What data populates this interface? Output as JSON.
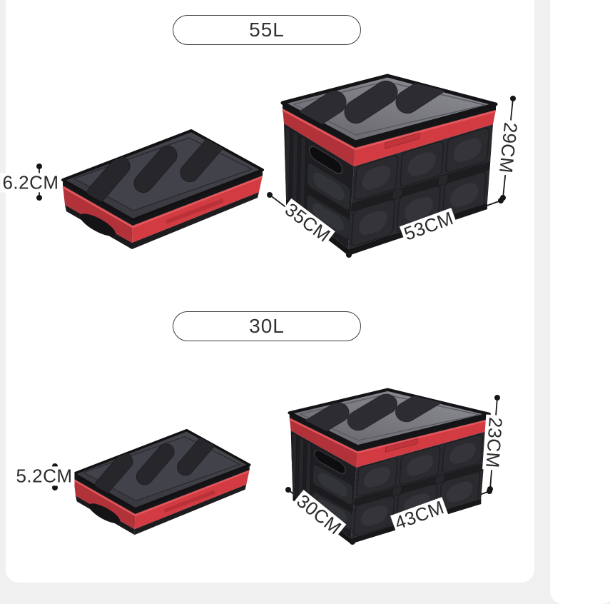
{
  "page": {
    "background_color": "#f0f0f1",
    "card_color": "#ffffff"
  },
  "colors": {
    "box_red": "#d23b42",
    "box_red_shadow": "#b23239",
    "box_black": "#232327",
    "lid_gray_assembled": "#7a7a82",
    "lid_gray_folded": "#3c3c43",
    "dimension_line": "#1a1a1a",
    "label_text": "#2b2b2b",
    "pill_border": "#3f3f3f"
  },
  "products": [
    {
      "capacity_label": "55L",
      "folded": {
        "height": "6.2CM"
      },
      "assembled": {
        "height": "29CM",
        "depth": "35CM",
        "width": "53CM"
      }
    },
    {
      "capacity_label": "30L",
      "folded": {
        "height": "5.2CM"
      },
      "assembled": {
        "height": "23CM",
        "depth": "30CM",
        "width": "43CM"
      }
    }
  ]
}
